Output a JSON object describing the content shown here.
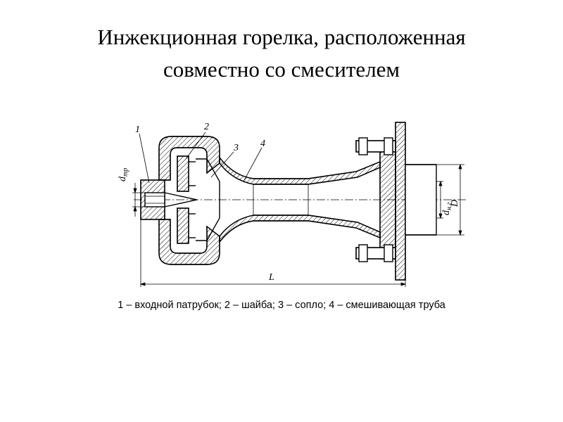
{
  "title": {
    "line1": "Инжекционная горелка, расположенная",
    "line2": "совместно со смесителем"
  },
  "caption": "1 – входной патрубок; 2 – шайба; 3 – сопло; 4 – смешивающая труба",
  "diagram": {
    "callouts": [
      "1",
      "2",
      "3",
      "4"
    ],
    "dimensions": {
      "d_tr_main": "d",
      "d_tr_sub": "тр",
      "d_ng_main": "d",
      "d_ng_sub": "н.г",
      "D": "D",
      "L": "L"
    }
  }
}
